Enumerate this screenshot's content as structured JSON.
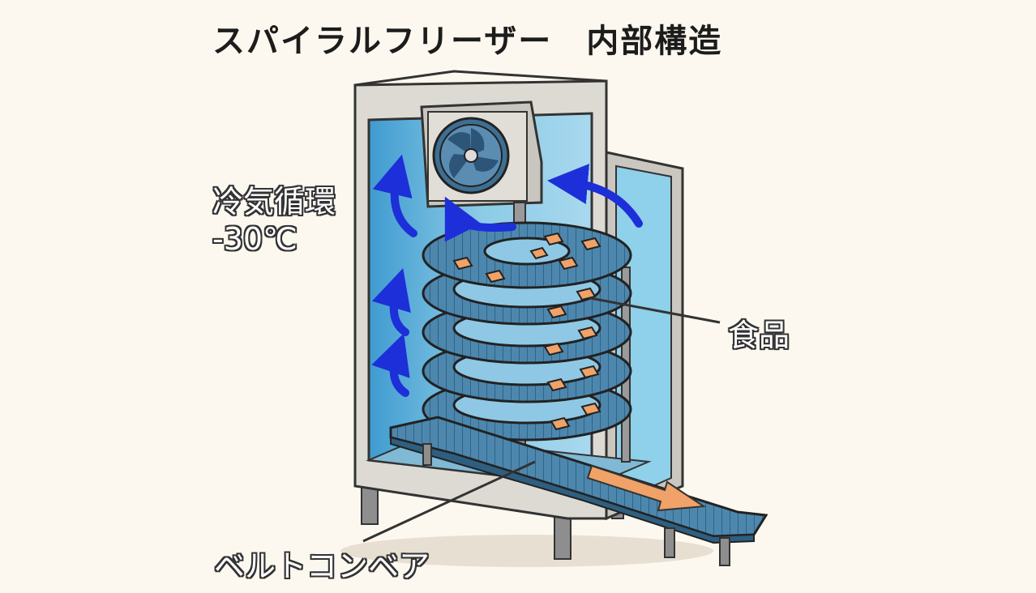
{
  "title": "スパイラルフリーザー　内部構造",
  "labels": {
    "cold_air_line1": "冷気循環",
    "cold_air_line2": "-30℃",
    "food": "食品",
    "conveyor": "ベルトコンベア"
  },
  "colors": {
    "background": "#fdf8ef",
    "cabinet": "#dcdad2",
    "interior": "#7cc3e0",
    "belt": "#4d87ad",
    "food": "#f0a268",
    "air_arrow": "#1d2fd8",
    "flow_arrow": "#f0a268"
  },
  "icons": [
    "fan-icon",
    "air-flow-arrow-icon",
    "product-flow-arrow-icon"
  ]
}
